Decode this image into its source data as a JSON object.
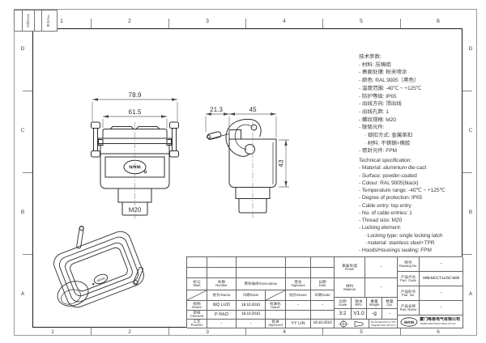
{
  "zones": {
    "cols": [
      "1",
      "2",
      "3",
      "4",
      "5",
      "6"
    ],
    "rows": [
      "D",
      "C",
      "B",
      "A"
    ]
  },
  "corner": {
    "c1": "日期/Date",
    "c2": "更改/Rev"
  },
  "specs_cn": {
    "lines": [
      "技术参数:",
      "- 材料: 压铸铝",
      "- 表面处理: 粉末喷涂",
      "- 颜色: RAL 9005（黑色）",
      "- 温度范围: -40℃ ~ +125℃",
      "- 防护等级: IP65",
      "- 出线方向: 顶出线",
      "- 出线孔数: 1",
      "- 螺纹规格: M20",
      "- 联锁元件:",
      "    · 锁扣方式: 金属单扣",
      "    · 材料: 不锈钢+橡胶",
      "- 密封元件: FPM"
    ]
  },
  "specs_en": {
    "lines": [
      "Technical specification:",
      "- Material: aluminium die-cast",
      "- Surface: powder-coated",
      "- Colour: RAL 9005(black)",
      "- Temperature range: -40℃ ~ +125℃",
      "- Degree of protection: IP65",
      "- Cable entry: top entry",
      "- No. of cable entries: 1",
      "- Thread size: M20",
      "- Locking element:",
      "    · Locking type: single locking latch",
      "    · material: stainless steel+TPR",
      "- Hoods/Housings sealing: FPM"
    ]
  },
  "dims": {
    "front_total": "78.9",
    "front_cover": "61.5",
    "thread": "M20",
    "side_offset": "21.3",
    "side_width": "45",
    "side_height": "43"
  },
  "logo_text": "WAIN",
  "tb": {
    "mark_cn": "标记",
    "mark_en": "Mark",
    "number_cn": "处数",
    "number_en": "Number",
    "desc": "更改描述/Description",
    "sig_cn": "签名",
    "sig_en": "Signature",
    "date_cn": "日期",
    "date_en": "Date",
    "name_inline": "姓名/Name",
    "date_inline": "日期/Date",
    "drawn_cn": "绘图",
    "drawn_en": "Drawn",
    "checked_cn": "审核",
    "checked_en": "Checked",
    "process_cn": "工艺",
    "process_en": "Process",
    "stand_cn": "标准化",
    "stand_en": "Stand.",
    "approved_cn": "批准",
    "approved_en": "Approved",
    "drawn_name": "BQ LUO",
    "drawn_date": "18.10.2010",
    "checked_name": "P RAO",
    "checked_date": "18.10.2010",
    "process_name": "-",
    "process_date": "-",
    "stand_sig": "-",
    "stand_date": "-",
    "approved_name": "YY LIN",
    "approved_date": "18.10.2010",
    "finish_cn": "表面处理",
    "finish_en": "Finish",
    "finish_val": "-",
    "material_cn": "材料",
    "material_en": "Material",
    "material_val": "-",
    "scale_cn": "比例",
    "scale_en": "Scale",
    "scale_val": "3:2",
    "rev_cn": "版本",
    "rev_en": "REV.",
    "rev_val": "V1.0",
    "weight_cn": "重量",
    "weight_en": "Weight",
    "weight_val": "-g",
    "qty_cn": "数量",
    "qty_en": "Qty.",
    "qty_val": "-",
    "note1": "All Dimensions in mm",
    "note2": "Original Size DIN A 4",
    "dno_cn": "图号",
    "dno_en": "Drawing No.",
    "dno_val": "-",
    "pcode_cn": "产品代号",
    "pcode_en": "Part. Code",
    "pcode_val": "H6B-MCCT-1L/SC-M20",
    "pno_cn": "产品料号",
    "pno_en": "Part. No.",
    "pno_val": "-",
    "pname_cn": "产品名称",
    "pname_en": "Part. Name",
    "pname_val": "-",
    "company_cn": "厦门唯恩电气有限公司",
    "company_en": "XIAMEN WAIN ELECTRICAL CO.LTD"
  }
}
